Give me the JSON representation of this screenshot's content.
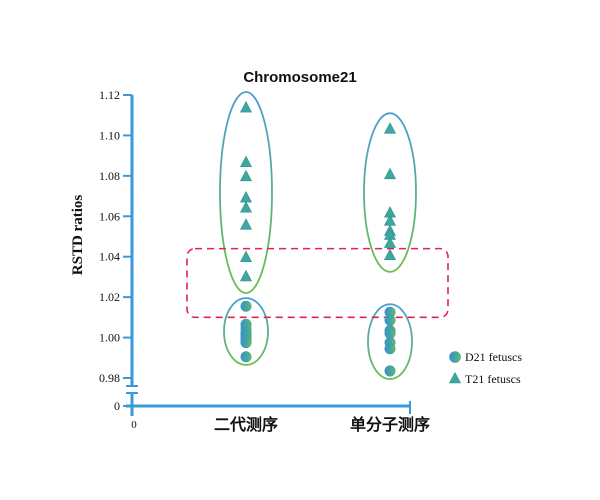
{
  "chart_data": {
    "type": "scatter",
    "title": "Chromosome21",
    "ylabel": "RSTD ratios",
    "xlabel": "",
    "ylim": [
      0.98,
      1.12
    ],
    "y_ticks": [
      "1.12",
      "1.10",
      "1.08",
      "1.06",
      "1.04",
      "1.02",
      "1.00",
      "0.98"
    ],
    "y_zero_label": "0",
    "x_zero_label": "0",
    "categories": [
      "二代测序",
      "单分子测序"
    ],
    "series": [
      {
        "name": "D21 fetuscs",
        "marker": "circle",
        "points": [
          {
            "category": "二代测序",
            "values": [
              1.0155,
              1.0065,
              1.0045,
              1.0025,
              1.0015,
              1.0005,
              0.9995,
              0.9985,
              0.9975,
              0.9905
            ]
          },
          {
            "category": "单分子测序",
            "values": [
              1.0125,
              1.0085,
              1.0035,
              1.002,
              0.9975,
              0.9945,
              0.9835
            ]
          }
        ]
      },
      {
        "name": "T21 fetuscs",
        "marker": "triangle",
        "points": [
          {
            "category": "二代测序",
            "values": [
              1.1135,
              1.0865,
              1.0795,
              1.069,
              1.064,
              1.0555,
              1.0395,
              1.03
            ]
          },
          {
            "category": "单分子测序",
            "values": [
              1.103,
              1.0805,
              1.0615,
              1.0575,
              1.0525,
              1.0505,
              1.0465,
              1.0405
            ]
          }
        ]
      }
    ],
    "threshold_band": [
      1.01,
      1.044
    ],
    "legend_position": "bottom-right",
    "grid": false,
    "colors": {
      "axis": "#3a9ad9",
      "marker_fill": "#3fa7a2",
      "ellipse_top": "#4a9bd6",
      "ellipse_bottom": "#6cc04a",
      "threshold_box": "#e0244f"
    }
  }
}
